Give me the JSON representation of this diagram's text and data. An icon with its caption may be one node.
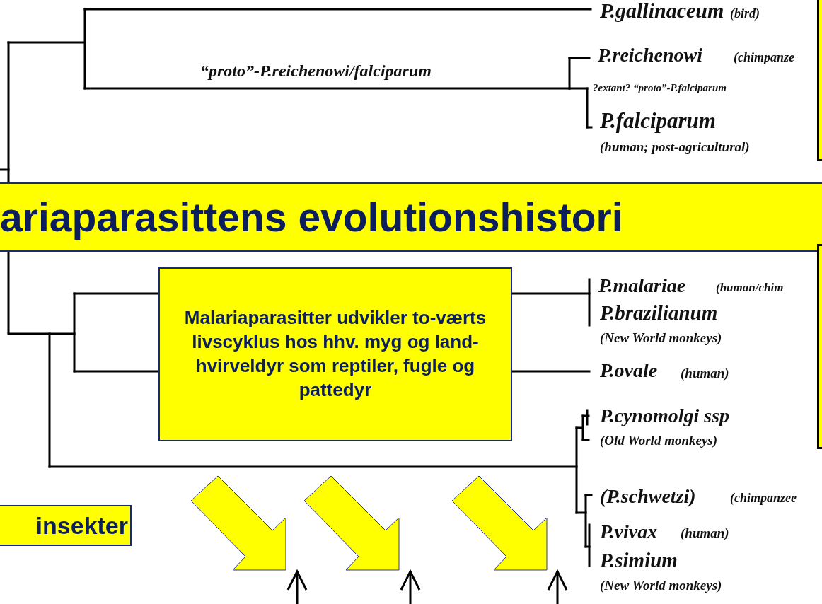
{
  "diagram": {
    "nodes": [
      {
        "text": [
          "ariaparasittens evolutionshistori"
        ]
      },
      {
        "text": [
          "Malariaparasitter udvikler to-værts livscyklus hos hhv. myg og land-hvirveldyr som reptiler, fugle og pattedyr"
        ]
      },
      {
        "text": [
          "insekter"
        ]
      },
      {
        "text": [],
        "shape": "box"
      },
      {
        "text": [],
        "shape": "box"
      }
    ],
    "edges": [],
    "labels": [
      "P.gallinaceum",
      "(bird)",
      "“proto”-P.reichenowi/falciparum",
      "P.reichenowi",
      "(chimpanze",
      "?extant? “proto”-P.falciparum",
      "P.falciparum",
      "(human; post-agricultural)",
      "P.malariae",
      "(human/chim",
      "P.brazilianum",
      "(New World monkeys)",
      "P.ovale",
      "(human)",
      "P.cynomolgi ssp",
      "(Old World monkeys)",
      "(P.schwetzi)",
      "(chimpanzee",
      "P.vivax",
      "(human)",
      "P.simium",
      "(New World monkeys)"
    ]
  }
}
